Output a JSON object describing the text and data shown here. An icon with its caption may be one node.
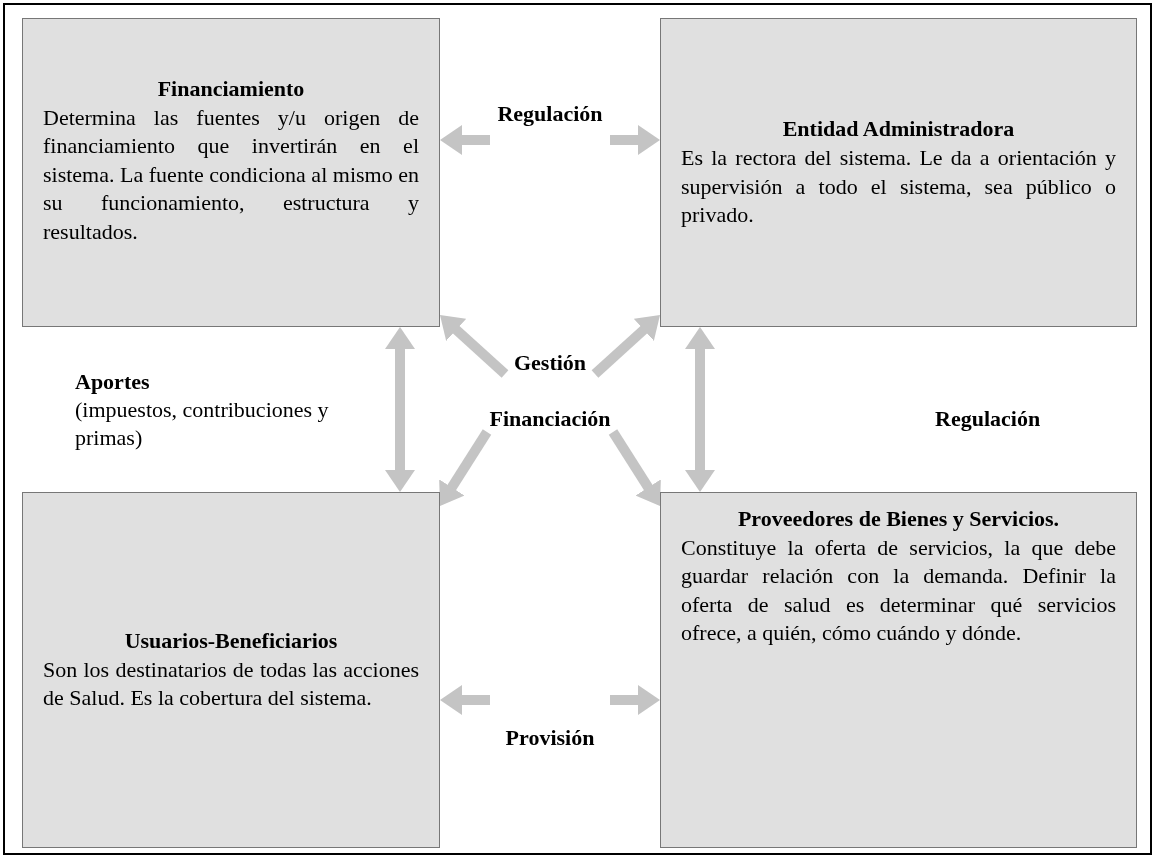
{
  "diagram": {
    "nodes": [
      {
        "text": [
          "Financiamiento",
          "Determina las fuentes y/u origen de financiamiento que invertirán en el sistema. La fuente condiciona al mismo en su funcionamiento, estructura y resultados."
        ]
      },
      {
        "text": [
          "Entidad Administradora",
          "Es la rectora del sistema. Le da a orientación y supervisión a todo el sistema, sea público o privado."
        ]
      },
      {
        "text": [
          "Usuarios-Beneficiarios",
          "Son los destinatarios de todas las acciones de Salud. Es la cobertura del sistema."
        ]
      },
      {
        "text": [
          "Proveedores de Bienes y Servicios.",
          "Constituye la oferta de servicios, la que debe guardar relación con la demanda. Definir la oferta de salud es determinar qué servicios ofrece, a quién, cómo cuándo y dónde."
        ]
      },
      {
        "text": [
          "Gestión"
        ]
      },
      {
        "text": [
          "Financiación"
        ]
      }
    ],
    "edges": [
      {
        "from": null,
        "to": 0,
        "arrow": "to"
      },
      {
        "from": null,
        "to": 1,
        "arrow": "to"
      },
      {
        "from": 0,
        "to": 2,
        "arrow": "both"
      },
      {
        "from": 1,
        "to": 3,
        "arrow": "both"
      },
      {
        "from": 4,
        "to": 0,
        "arrow": "to"
      },
      {
        "from": 4,
        "to": 1,
        "arrow": "to"
      },
      {
        "from": 5,
        "to": 2,
        "arrow": "to"
      },
      {
        "from": 5,
        "to": 3,
        "arrow": "to"
      },
      {
        "from": null,
        "to": 2,
        "arrow": "to"
      },
      {
        "from": null,
        "to": 3,
        "arrow": "to"
      }
    ],
    "labels": [
      "Regulación",
      "Aportes",
      "(impuestos, contribuciones y primas)",
      "Regulación",
      "Provisión"
    ]
  }
}
